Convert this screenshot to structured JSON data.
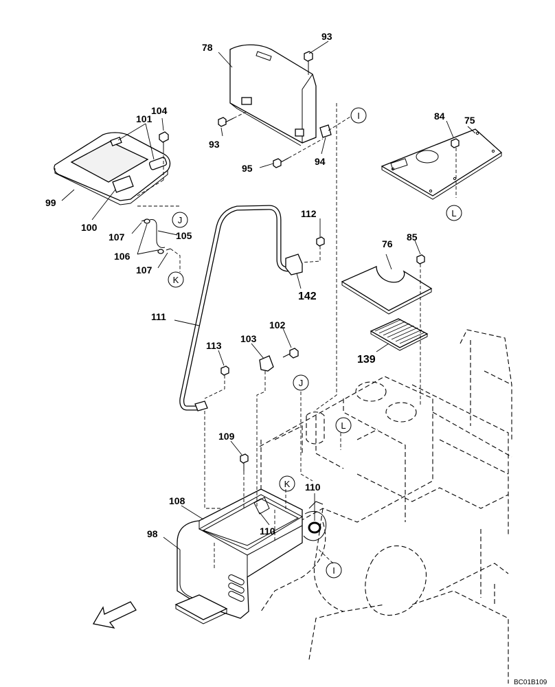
{
  "callouts": {
    "c78": "78",
    "c93a": "93",
    "c93b": "93",
    "c95": "95",
    "c94": "94",
    "c84": "84",
    "c75": "75",
    "c104": "104",
    "c101": "101",
    "c99": "99",
    "c100": "100",
    "c107a": "107",
    "c105": "105",
    "c106": "106",
    "c107b": "107",
    "c112": "112",
    "c142": "142",
    "c76": "76",
    "c85": "85",
    "c111": "111",
    "c102": "102",
    "c103": "103",
    "c113": "113",
    "c139": "139",
    "c109": "109",
    "c108": "108",
    "c110a": "110",
    "c110b": "110",
    "c98": "98"
  },
  "refs": {
    "i_top": "I",
    "l_top": "L",
    "j_left": "J",
    "k_left": "K",
    "j_mid": "J",
    "l_mid": "L",
    "k_mid": "K",
    "i_bottom": "I"
  },
  "drawing_number": "BC01B109"
}
